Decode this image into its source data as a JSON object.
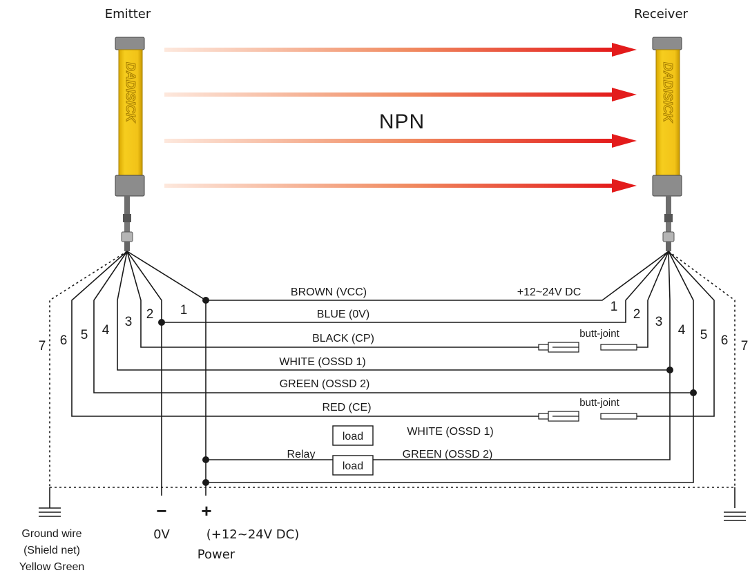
{
  "devices": {
    "emitter": "Emitter",
    "receiver": "Receiver",
    "brand": "DADISICK"
  },
  "mode_label": "NPN",
  "wires": {
    "brown": "BROWN (VCC)",
    "supply_note": "+12~24V DC",
    "blue": "BLUE (0V)",
    "black": "BLACK (CP)",
    "white": "WHITE (OSSD 1)",
    "green": "GREEN (OSSD 2)",
    "red": "RED (CE)",
    "relay_white": "WHITE (OSSD 1)",
    "relay_green": "GREEN (OSSD 2)"
  },
  "butt_joint": "butt-joint",
  "relay": "Relay",
  "load": "load",
  "pin_numbers": [
    "1",
    "2",
    "3",
    "4",
    "5",
    "6",
    "7"
  ],
  "power": {
    "minus": "−",
    "plus": "+",
    "zero": "0V",
    "dc": "(+12~24V DC)",
    "label": "Power"
  },
  "ground": {
    "line1": "Ground wire",
    "line2": "(Shield net)",
    "line3": "Yellow Green"
  },
  "colors": {
    "housing": "#f2c318",
    "housing_dark": "#c99a00",
    "cap": "#8c8c8c",
    "beam_start": "#fde3d6",
    "beam_end": "#e31b1b"
  }
}
